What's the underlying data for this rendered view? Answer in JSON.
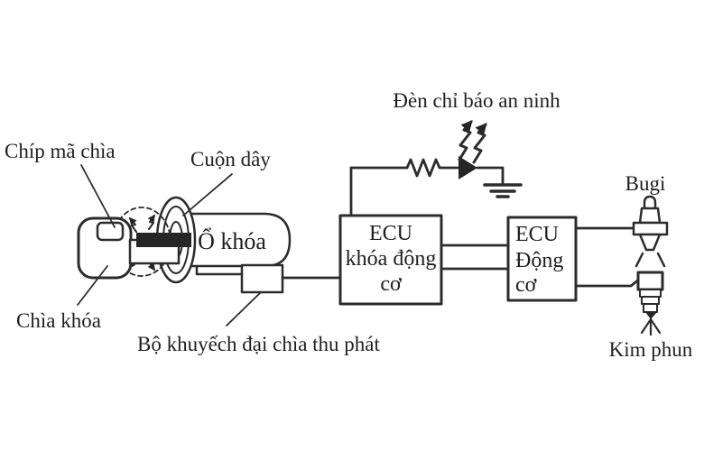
{
  "colors": {
    "ink": "#2c2c2c",
    "text": "#1f1f1f",
    "dark_fill": "#262626",
    "background": "#ffffff"
  },
  "labels": {
    "chip": "Chíp mã chìa",
    "coil": "Cuộn dây",
    "lock": "Ổ khóa",
    "key": "Chìa khóa",
    "amplifier": "Bộ khuyếch đại chìa thu phát",
    "security_lamp": "Đèn chỉ báo an ninh",
    "spark_plug": "Bugi",
    "injector": "Kim phun"
  },
  "ecu_immobilizer": {
    "line1": "ECU",
    "line2": "khóa động",
    "line3": "cơ"
  },
  "ecu_engine": {
    "line1": "ECU",
    "line2": "Động",
    "line3": "cơ"
  }
}
